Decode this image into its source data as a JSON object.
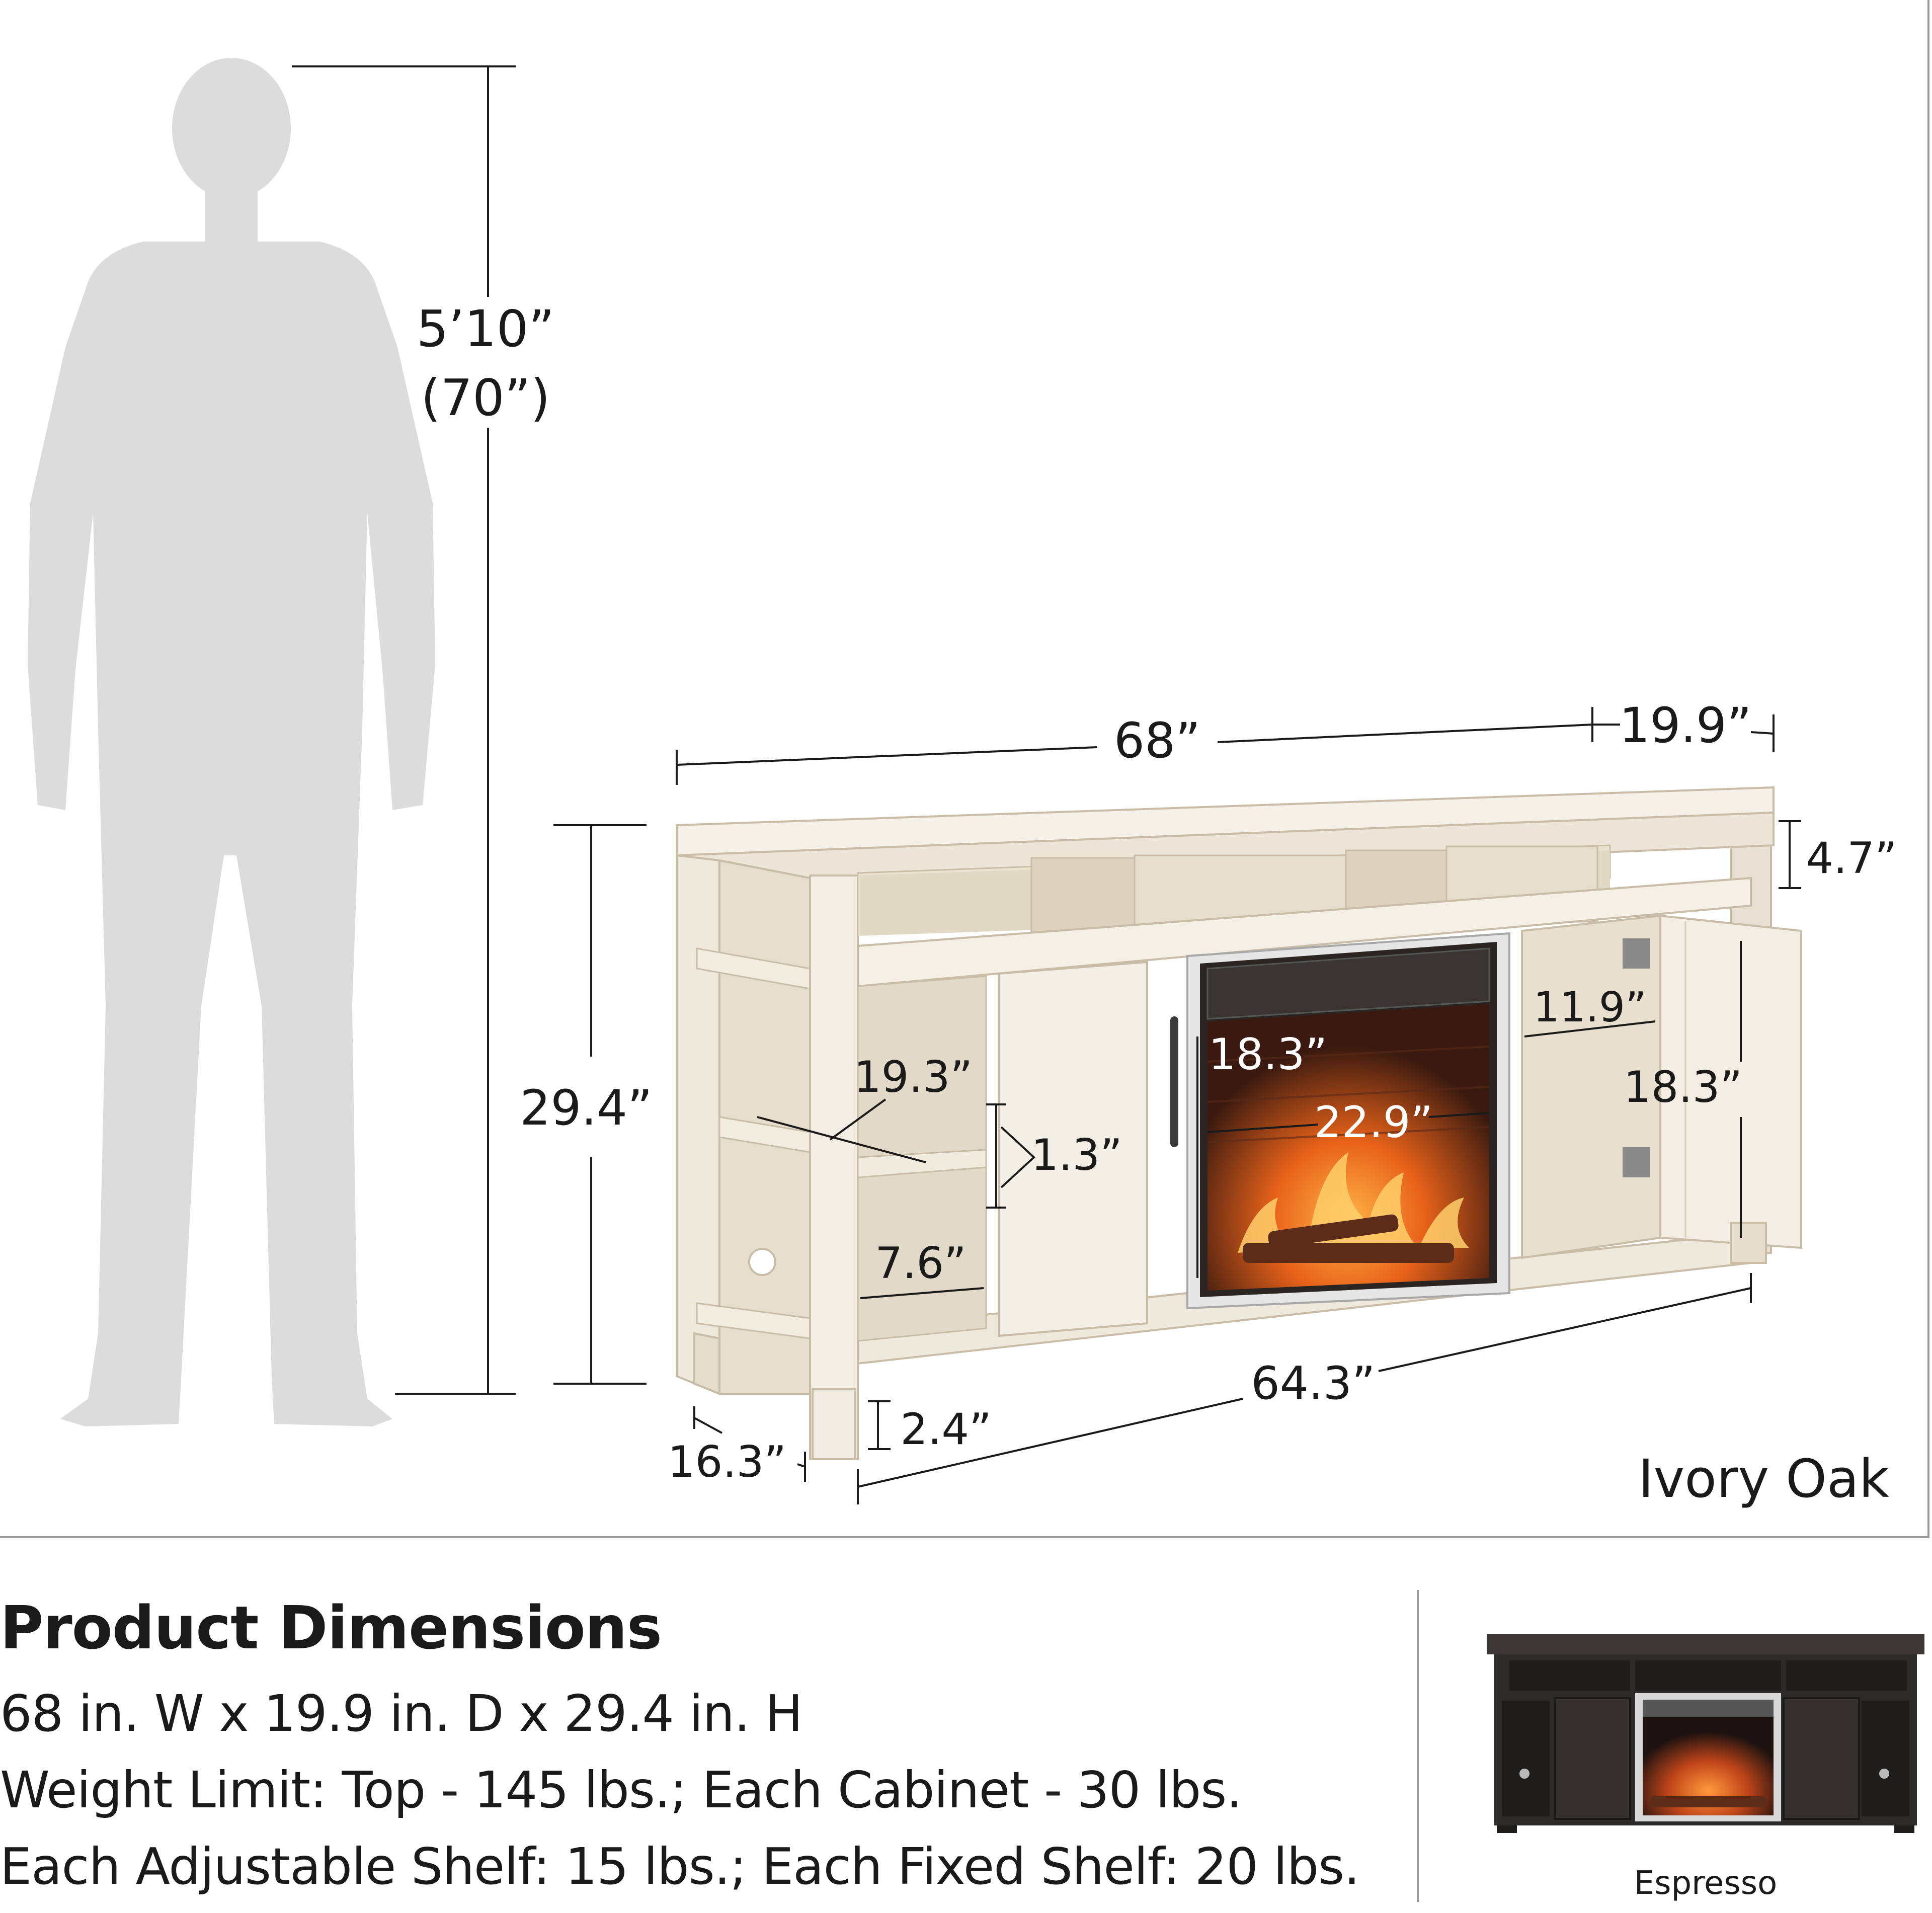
{
  "diagram": {
    "person_height": "5’10”",
    "person_height_in": "(70”)",
    "width": "68”",
    "depth": "19.9”",
    "top_thickness": "4.7”",
    "height": "29.4”",
    "shelf_depth": "19.3”",
    "shelf_gap": "1.3”",
    "fireplace_height": "18.3”",
    "fireplace_width": "22.9”",
    "cabinet_width": "11.9”",
    "cabinet_height": "18.3”",
    "cubby_width": "7.6”",
    "inner_width": "64.3”",
    "leg_height": "2.4”",
    "leg_depth": "16.3”",
    "finish_name": "Ivory Oak"
  },
  "info": {
    "title": "Product Dimensions",
    "line1": "68 in. W x 19.9 in. D x 29.4 in. H",
    "line2": "Weight Limit: Top - 145 lbs.; Each Cabinet - 30 lbs.",
    "line3": "Each Adjustable Shelf: 15 lbs.; Each Fixed Shelf: 20 lbs."
  },
  "swatch": {
    "label": "Espresso"
  },
  "colors": {
    "silhouette": "#dcdcdc",
    "wood": "#f1ebe1",
    "wood_shadow": "#e2d9c9",
    "espresso": "#2d2b2a",
    "flame": "#e8621a"
  }
}
